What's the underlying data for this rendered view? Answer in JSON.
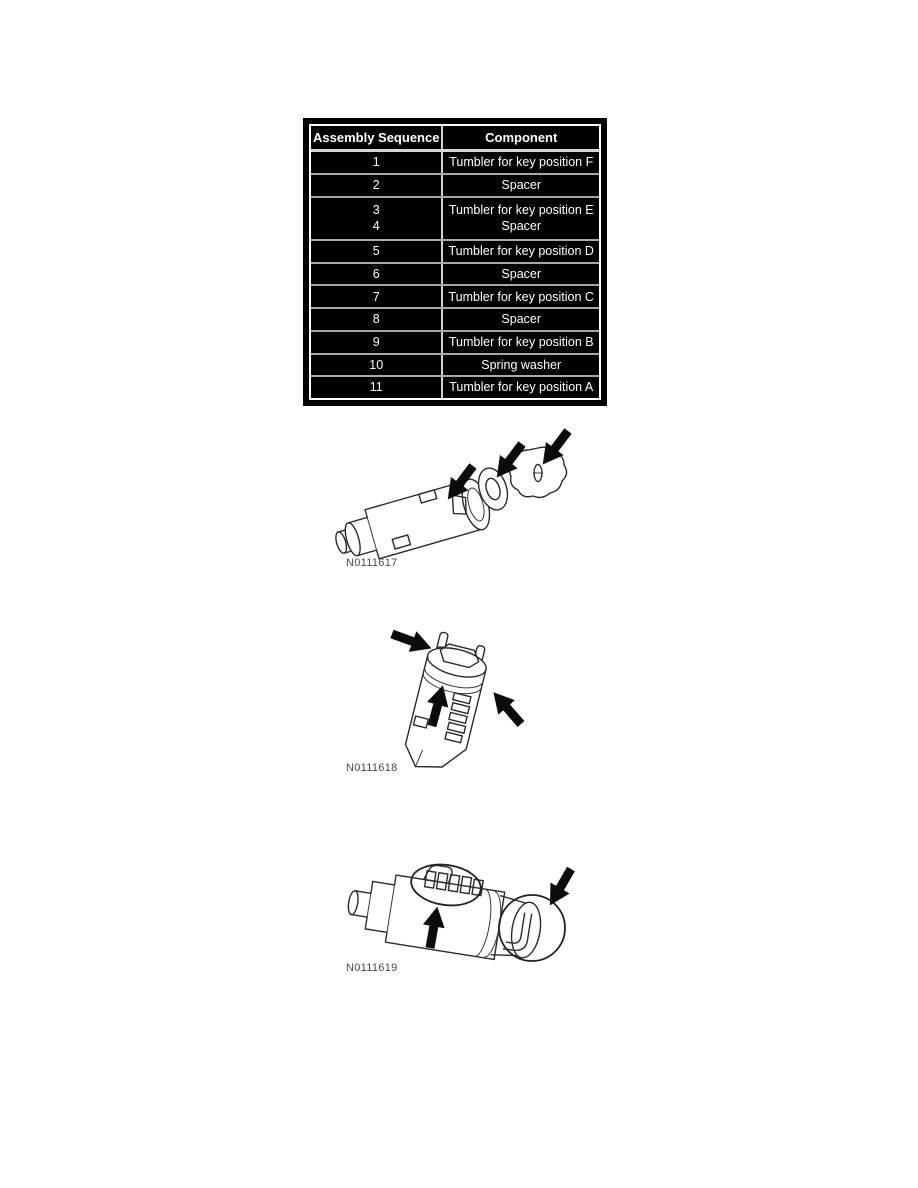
{
  "table": {
    "headers": [
      "Assembly Sequence",
      "Component"
    ],
    "rows": [
      {
        "seq": "1",
        "component": "Tumbler for key position F"
      },
      {
        "seq": "2",
        "component": "Spacer"
      },
      {
        "seq": "3",
        "component": "Tumbler for key position E"
      },
      {
        "seq": "4",
        "component": "Spacer"
      },
      {
        "seq": "5",
        "component": "Tumbler for key position D"
      },
      {
        "seq": "6",
        "component": "Spacer"
      },
      {
        "seq": "7",
        "component": "Tumbler for key position C"
      },
      {
        "seq": "8",
        "component": "Spacer"
      },
      {
        "seq": "9",
        "component": "Tumbler for key position B"
      },
      {
        "seq": "10",
        "component": "Spring washer"
      },
      {
        "seq": "11",
        "component": "Tumbler for key position A"
      }
    ],
    "colors": {
      "background": "#000000",
      "text": "#ffffff",
      "grid": "#a8a8a8",
      "border": "#ffffff"
    }
  },
  "figures": {
    "fig1": {
      "label": "N0111617"
    },
    "fig2": {
      "label": "N0111618"
    },
    "fig3": {
      "label": "N0111619"
    }
  }
}
